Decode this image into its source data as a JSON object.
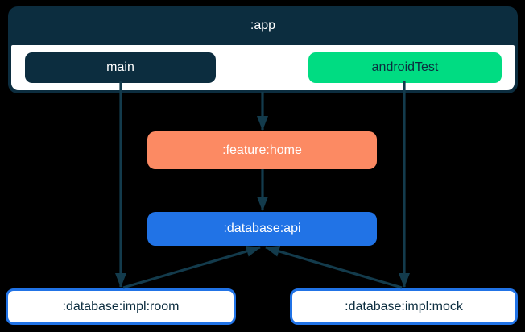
{
  "colors": {
    "background": "#000000",
    "navy": "#0c2d3f",
    "green": "#00dc82",
    "orange": "#fc8a63",
    "blue": "#2173e6",
    "arrow": "#133b4c"
  },
  "nodes": {
    "app": {
      "label": ":app"
    },
    "main": {
      "label": "main"
    },
    "androidTest": {
      "label": "androidTest"
    },
    "feature_home": {
      "label": ":feature:home"
    },
    "database_api": {
      "label": ":database:api"
    },
    "database_impl_room": {
      "label": ":database:impl:room"
    },
    "database_impl_mock": {
      "label": ":database:impl:mock"
    }
  },
  "edges": [
    {
      "from": ":app",
      "to": ":feature:home"
    },
    {
      "from": ":feature:home",
      "to": ":database:api"
    },
    {
      "from": "main",
      "to": ":database:impl:room"
    },
    {
      "from": "androidTest",
      "to": ":database:impl:mock"
    },
    {
      "from": ":database:impl:room",
      "to": ":database:api"
    },
    {
      "from": ":database:impl:mock",
      "to": ":database:api"
    }
  ]
}
